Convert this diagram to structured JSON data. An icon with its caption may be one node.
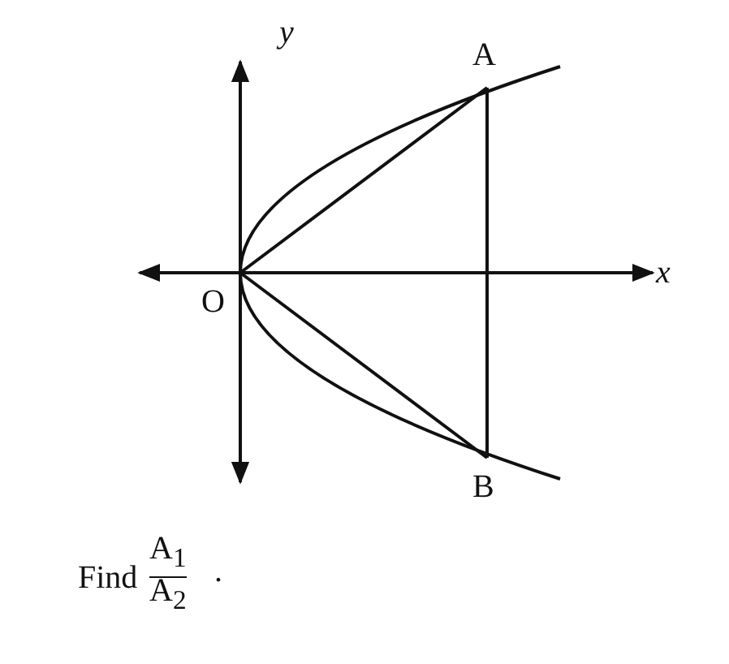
{
  "diagram": {
    "labels": [
      "y",
      "A",
      "O",
      "x",
      "B",
      "Find",
      "A$_{1}$",
      "A$_{2}$",
      "."
    ]
  }
}
